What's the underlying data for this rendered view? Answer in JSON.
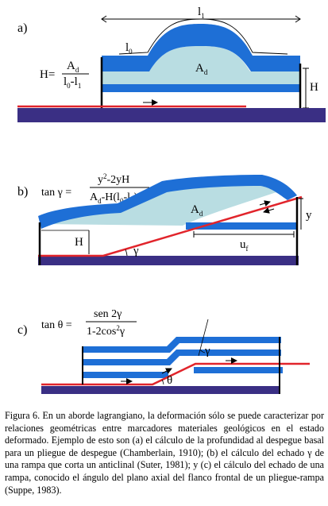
{
  "panels": {
    "a": {
      "label": "a)",
      "eq_lhs": "H=",
      "eq_num": "A",
      "eq_num_sub": "d",
      "eq_den_a": "l",
      "eq_den_a_sub": "0",
      "eq_den_mid": "-l",
      "eq_den_b_sub": "1",
      "l1_label": "l",
      "l1_sub": "1",
      "l0_label": "l",
      "l0_sub": "0",
      "area_label": "A",
      "area_sub": "d",
      "h_label": "H"
    },
    "b": {
      "label": "b)",
      "eq_lhs": "tan γ =",
      "eq_num_y": "y",
      "eq_num_sup": "2",
      "eq_num_rest": "-2yH",
      "eq_den_a": "A",
      "eq_den_a_sub": "d",
      "eq_den_b": "-H(l",
      "eq_den_b_sub": "0",
      "eq_den_c": "-l",
      "eq_den_c_sub": "1",
      "eq_den_end": ")",
      "area_label": "A",
      "area_sub": "d",
      "h_label": "H",
      "y_label": "y",
      "uf_label": "u",
      "uf_sub": "f",
      "gamma_label": "γ"
    },
    "c": {
      "label": "c)",
      "eq_lhs": "tan θ =",
      "eq_num": "sen 2γ",
      "eq_den_a": "1-2cos",
      "eq_den_sup": "2",
      "eq_den_b": "γ",
      "gamma_label": "γ",
      "theta_label": "θ"
    }
  },
  "caption": "Figura 6. En un aborde lagrangiano, la deformación sólo se puede caracterizar por relaciones geométricas entre marcadores materiales geológicos en el estado deformado. Ejemplo de esto son (a) el cálculo de la profundidad al despegue basal para un pliegue de despegue (Chamberlain, 1910); (b) el cálculo del echado γ de una rampa que corta un anticlinal (Suter, 1981); y (c) el cálculo del echado de una rampa, conocido el ángulo del plano axial del flanco frontal de un pliegue-rampa (Suppe, 1983).",
  "colors": {
    "layer_blue": "#1e6fd6",
    "fill_light": "#b9dde2",
    "base_navy": "#3a2f84",
    "fault_red": "#e1242b",
    "line_black": "#000000"
  }
}
